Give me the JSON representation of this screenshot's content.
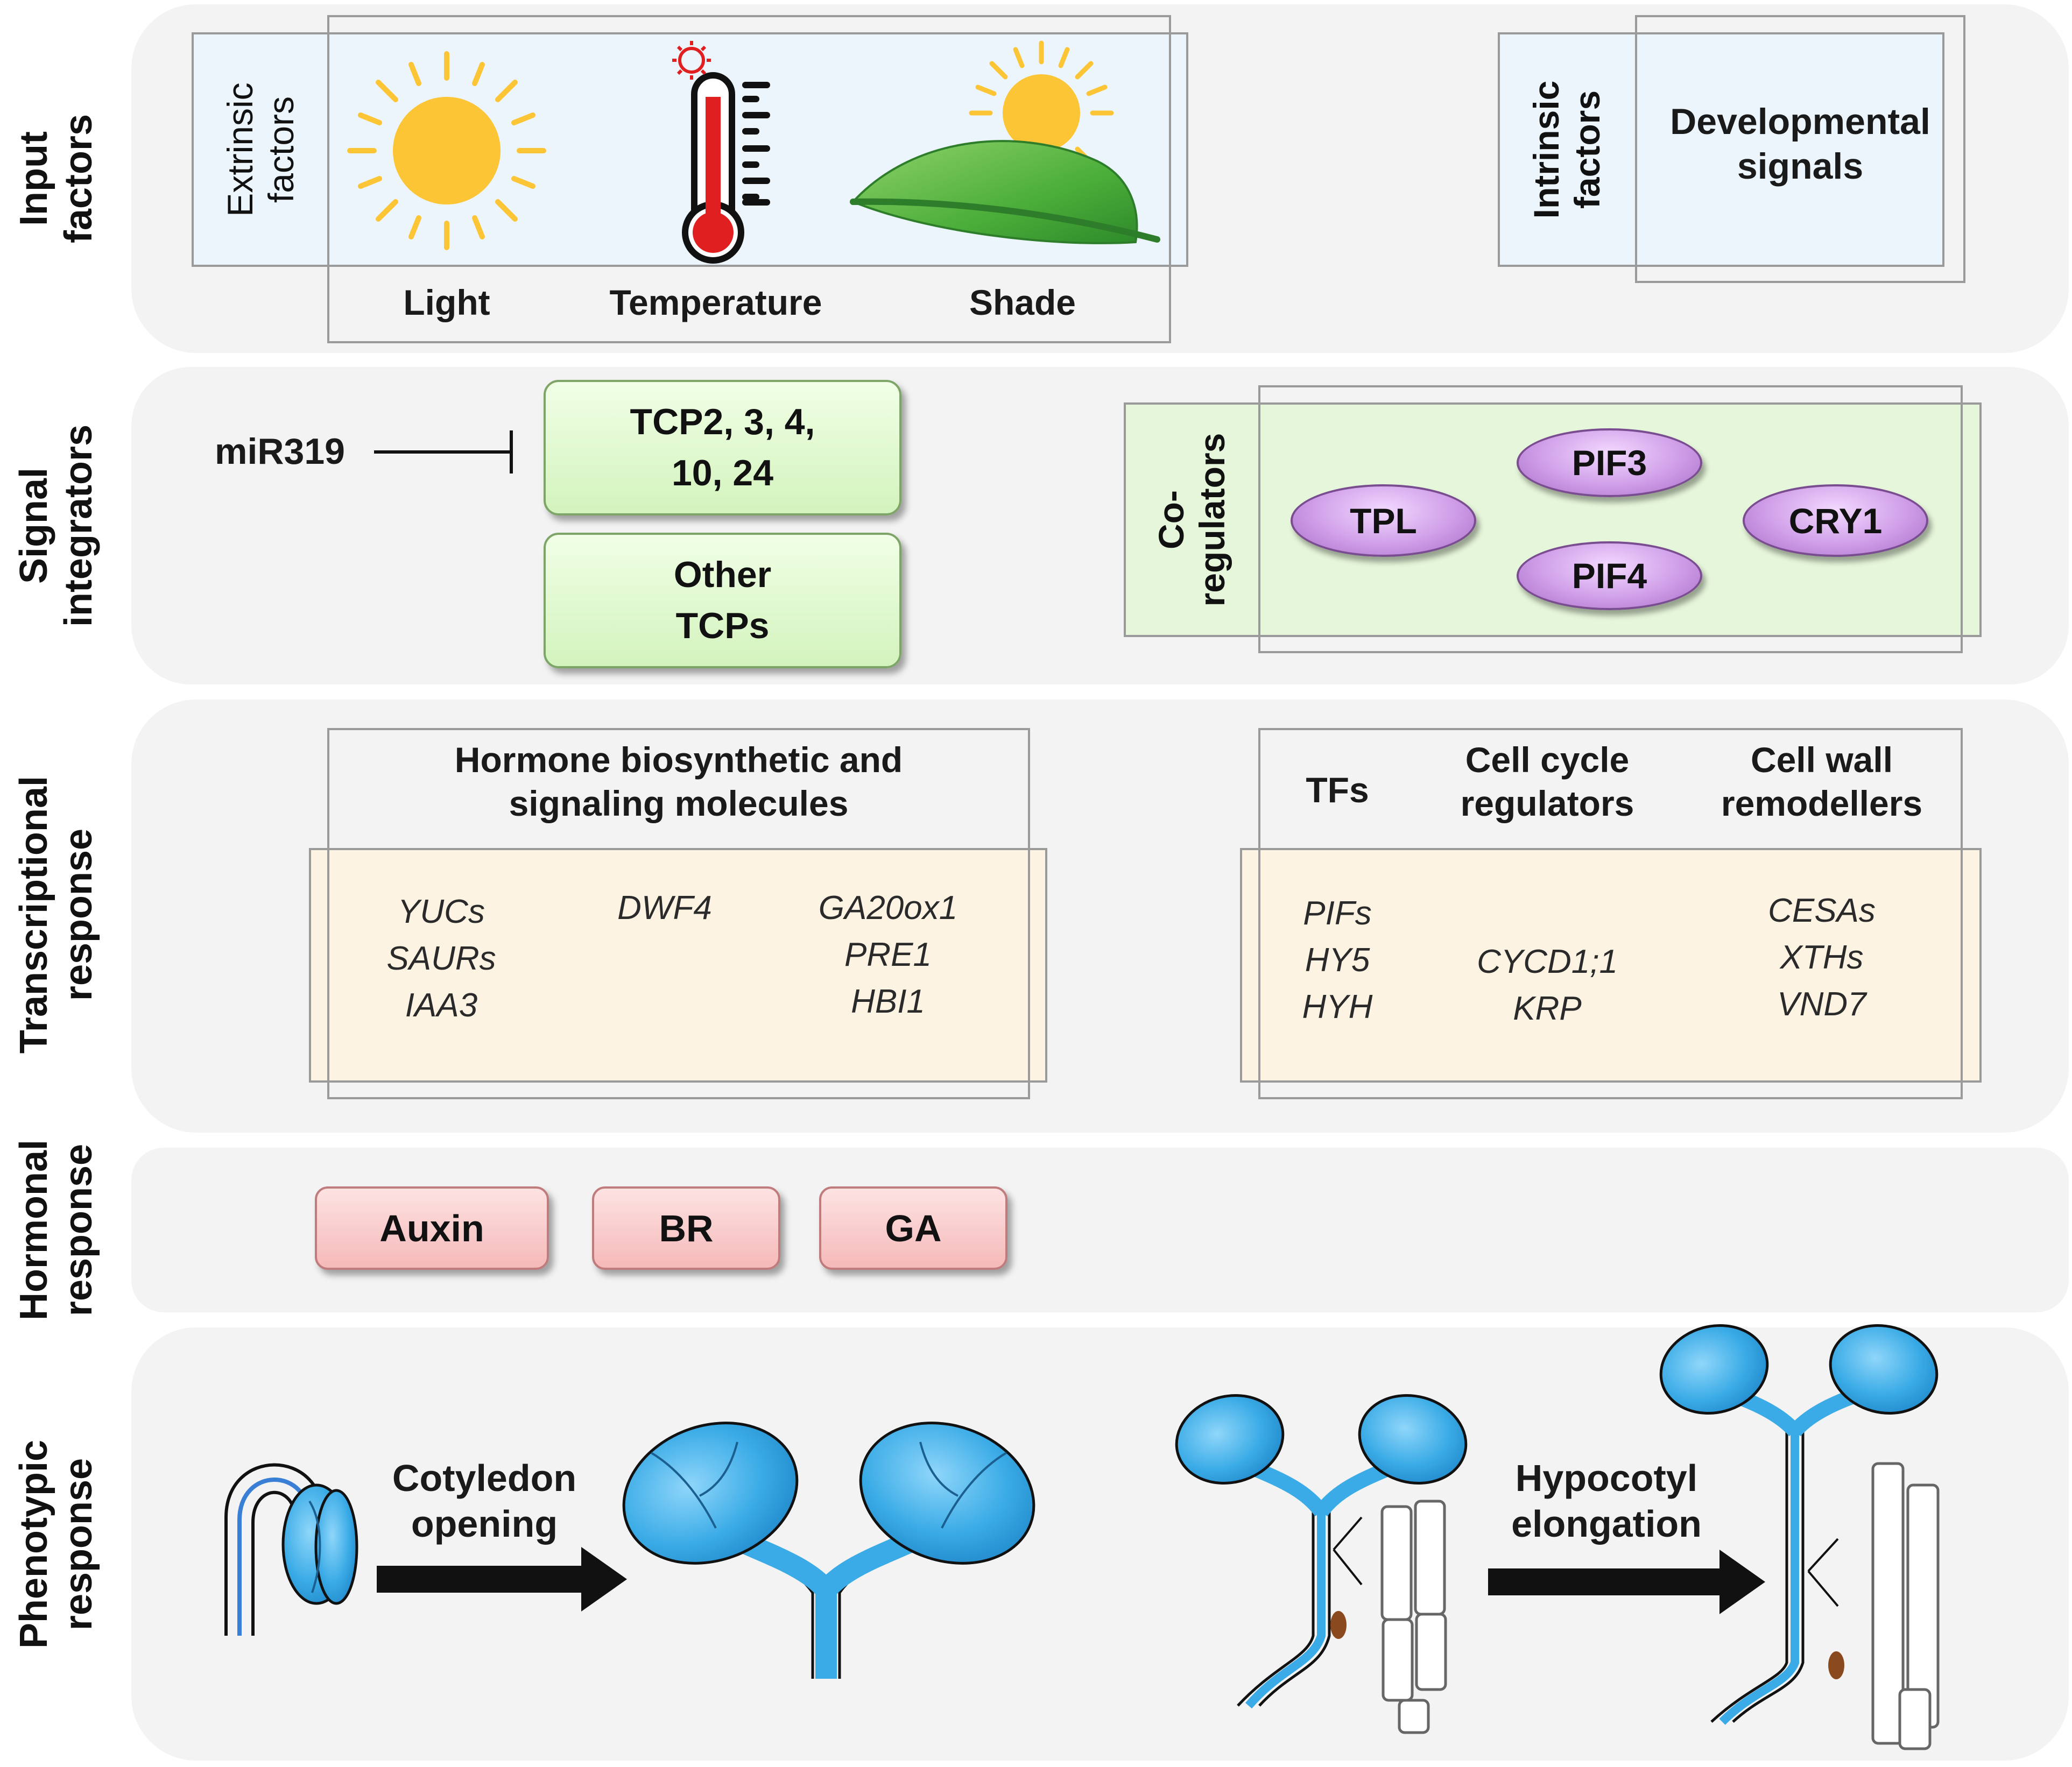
{
  "rows": {
    "input": "Input\nfactors",
    "signal": "Signal\nintegrators",
    "transcriptional": "Transcriptional\nresponse",
    "hormonal": "Hormonal\nresponse",
    "phenotypic": "Phenotypic\nresponse"
  },
  "input_factors": {
    "extrinsic_label": "Extrinsic\nfactors",
    "items": [
      "Light",
      "Temperature",
      "Shade"
    ],
    "intrinsic_label": "Intrinsic\nfactors",
    "intrinsic_item": "Developmental\nsignals"
  },
  "signal_integrators": {
    "mirna": "miR319",
    "tcp_main": "TCP2, 3, 4,\n10, 24",
    "tcp_other": "Other\nTCPs",
    "coregulators_label": "Co-\nregulators",
    "proteins": [
      "TPL",
      "PIF3",
      "PIF4",
      "CRY1"
    ]
  },
  "transcriptional_response": {
    "hormone_header": "Hormone biosynthetic and\nsignaling molecules",
    "hormone_genes": [
      "YUCs\nSAURs\nIAA3",
      "DWF4",
      "GA20ox1\nPRE1\nHBI1"
    ],
    "other_headers": [
      "TFs",
      "Cell cycle\nregulators",
      "Cell wall\nremodellers"
    ],
    "other_genes": [
      "PIFs\nHY5\nHYH",
      "CYCD1;1\nKRP",
      "CESAs\nXTHs\nVND7"
    ]
  },
  "hormonal_response": [
    "Auxin",
    "BR",
    "GA"
  ],
  "phenotypic_response": [
    "Cotyledon\nopening",
    "Hypocotyl\nelongation"
  ],
  "colors": {
    "panel": "#f3f3f3",
    "input_fill": "#ebf5fb",
    "coreg_fill": "#e6f6da",
    "gene_fill": "#fdf3e3",
    "tcp_green": "#d3f3bd",
    "hormone_pink": "#f5b9b9",
    "protein_purple": "#cf9ee8",
    "seedling_blue": "#3aabe6",
    "sun_yellow": "#fcc535"
  }
}
